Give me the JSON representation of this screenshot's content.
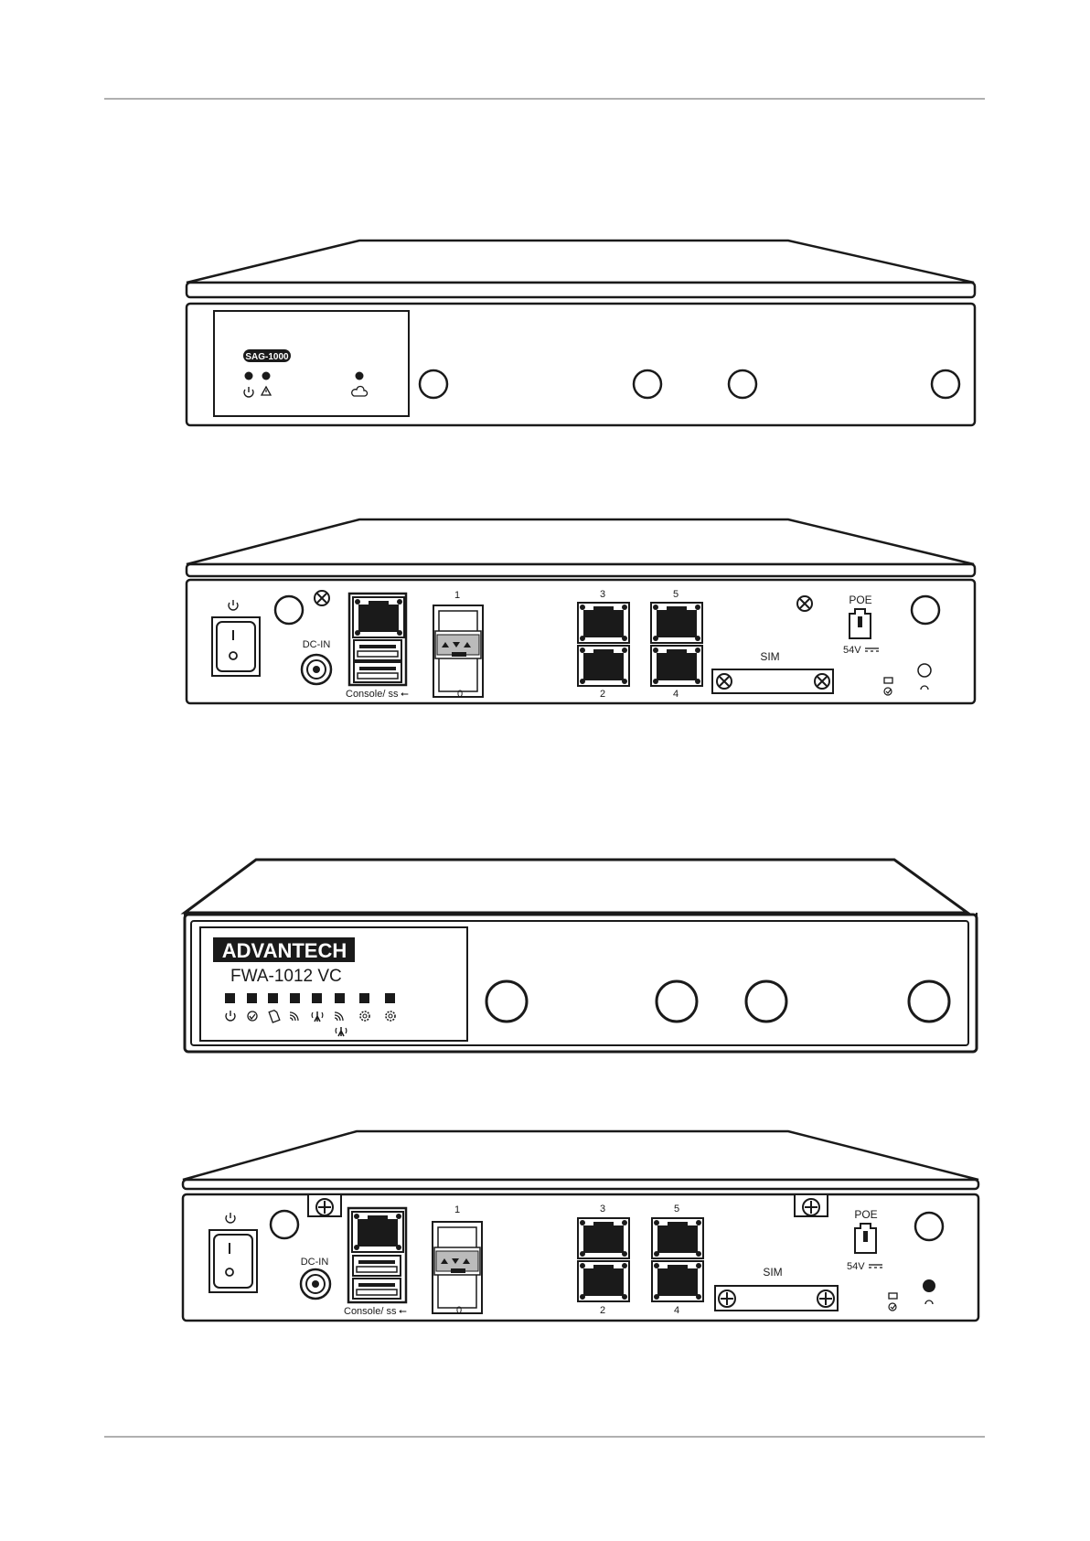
{
  "views": {
    "sag_front": {
      "model_badge": "SAG-1000",
      "status_icons": [
        "power-icon",
        "warning-icon",
        "cloud-icon"
      ]
    },
    "sag_rear": {
      "dc_in": "DC-IN",
      "console_usb": "Console/ ss",
      "sfp_top": "1",
      "sfp_bottom": "0",
      "lan_3": "3",
      "lan_5": "5",
      "lan_2": "2",
      "lan_4": "4",
      "sim": "SIM",
      "poe": "POE",
      "poe_voltage": "54V"
    },
    "fwa_front": {
      "brand": "ADVANTECH",
      "model": "FWA-1012 VC",
      "led_icons": [
        "power-icon",
        "status-check-icon",
        "sim-icon",
        "wifi-icon",
        "antenna-icon",
        "wifi-icon",
        "gear-icon",
        "gear-icon",
        "antenna-icon"
      ]
    },
    "fwa_rear": {
      "dc_in": "DC-IN",
      "console_usb": "Console/ ss",
      "sfp_top": "1",
      "sfp_bottom": "0",
      "lan_3": "3",
      "lan_5": "5",
      "lan_2": "2",
      "lan_4": "4",
      "sim": "SIM",
      "poe": "POE",
      "poe_voltage": "54V"
    }
  },
  "colors": {
    "line": "#1a1a1a",
    "rule": "#b0b0b0",
    "background": "#ffffff"
  }
}
